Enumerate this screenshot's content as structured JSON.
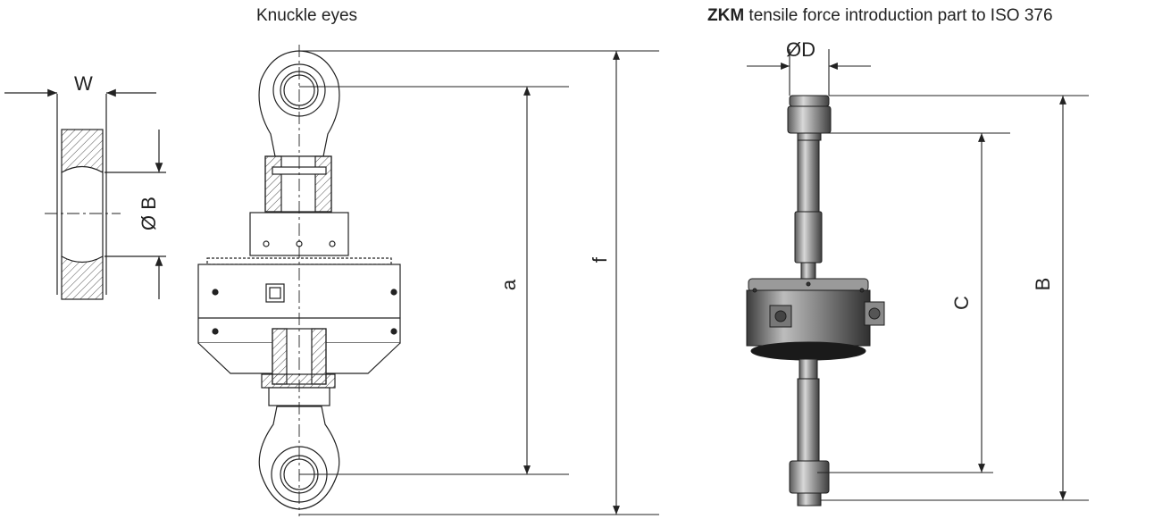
{
  "titles": {
    "left": "Knuckle eyes",
    "right_bold": "ZKM",
    "right_rest": " tensile force introduction part to ISO 376"
  },
  "dimensions": {
    "W": "W",
    "B_diameter": "Ø B",
    "a": "a",
    "f": "f",
    "D_diameter": "ØD",
    "C": "C",
    "B": "B"
  }
}
